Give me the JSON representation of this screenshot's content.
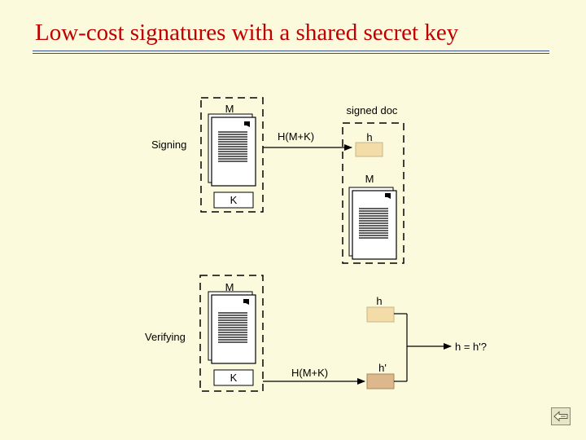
{
  "slide": {
    "title": "Low-cost signatures with a shared secret key"
  },
  "diagram": {
    "signing": {
      "label": "Signing",
      "message": "M",
      "key": "K",
      "hash_label": "H(M+K)",
      "output_title": "signed doc",
      "output_hash": "h",
      "output_message": "M"
    },
    "verifying": {
      "label": "Verifying",
      "message": "M",
      "key": "K",
      "hash_label": "H(M+K)",
      "received_hash": "h",
      "computed_hash": "h'",
      "comparison": "h = h'?"
    },
    "colors": {
      "hash_box": "#f4dca8",
      "hash_box_computed": "#ddb88c",
      "page_border": "#000000"
    }
  },
  "nav": {
    "back_icon": "back-arrow-icon"
  }
}
